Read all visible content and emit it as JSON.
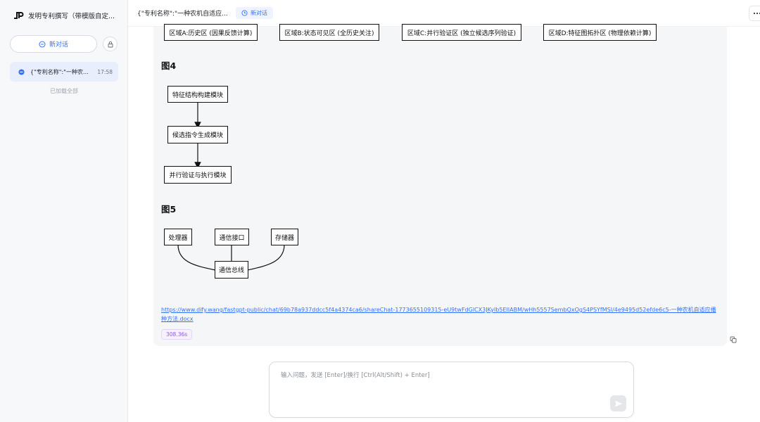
{
  "sidebar": {
    "brand_title": "发明专利撰写（带模版自定...",
    "new_chat_label": "新对话",
    "history": [
      {
        "title": "{\"专利名称\":\"一种农机自适应播种方法\"",
        "time": "17:58"
      }
    ],
    "loaded_all": "已加载全部"
  },
  "header": {
    "chat_title": "{\"专利名称\":\"一种农机自适应...",
    "new_chat_tag": "新对话"
  },
  "content": {
    "top_regions": [
      "区域A:历史区 (因果反馈计算)",
      "区域B:状态可见区 (全历史关注)",
      "区域C:并行验证区 (独立候选序列验证)",
      "区域D:特征图拓扑区 (物理依赖计算)"
    ],
    "fig4": {
      "heading": "图4",
      "nodes": [
        "特征结构构建模块",
        "候选指令生成模块",
        "并行验证与执行模块"
      ]
    },
    "fig5": {
      "heading": "图5",
      "nodes": [
        "处理器",
        "通信接口",
        "存储器",
        "通信总线"
      ]
    },
    "link": "https://www.dify.wang/fastgpt-public/chat/69b78a937ddcc5f4a4374ca6/shareChat-1773655109315-eU9twFdGlCX3JKyIb5ElIABM/wHh5557SembQxOgS4PSYfMSI/4e9495d52efde6c5-一种农机自适应播种方法.docx",
    "time_badge": "308.36s"
  },
  "input": {
    "placeholder": "输入问题，发送 [Enter]/换行 [Ctrl(Alt/Shift) + Enter]"
  },
  "colors": {
    "accent": "#3370ff",
    "badge": "#8b5cf6"
  }
}
